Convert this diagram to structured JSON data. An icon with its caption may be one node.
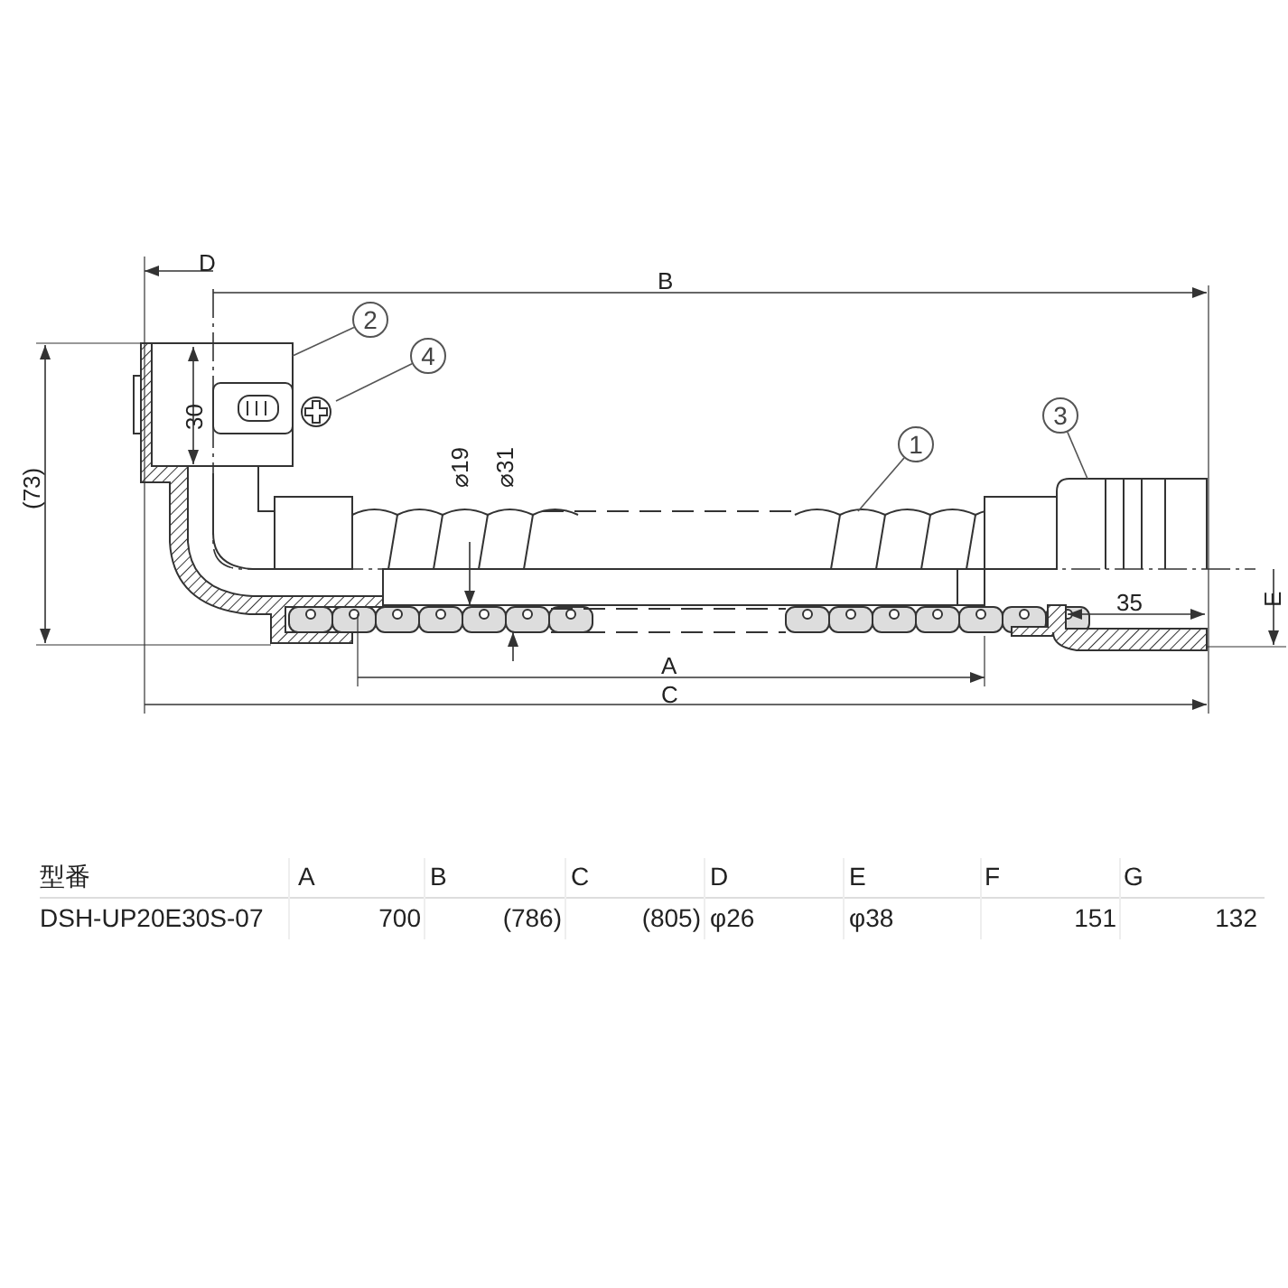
{
  "diagram": {
    "nodes": [
      {
        "text": [
          "2"
        ]
      },
      {
        "text": [
          "4"
        ]
      },
      {
        "text": [
          "3"
        ]
      },
      {
        "text": [
          "1"
        ]
      }
    ],
    "edges": [
      {
        "from": 0,
        "to": null,
        "arrow": "none"
      },
      {
        "from": 1,
        "to": null,
        "arrow": "none"
      },
      {
        "from": 2,
        "to": null,
        "arrow": "none"
      },
      {
        "from": 3,
        "to": null,
        "arrow": "none"
      }
    ],
    "labels": [
      "D",
      "B",
      "30",
      "(73)",
      "⌀19",
      "⌀31",
      "35",
      "E",
      "A",
      "C",
      "型番",
      "A",
      "B",
      "C",
      "D",
      "E",
      "F",
      "G",
      "DSH-UP20E30S-07",
      "700",
      "(786)",
      "(805)",
      "φ26",
      "φ38",
      "151",
      "132"
    ]
  }
}
